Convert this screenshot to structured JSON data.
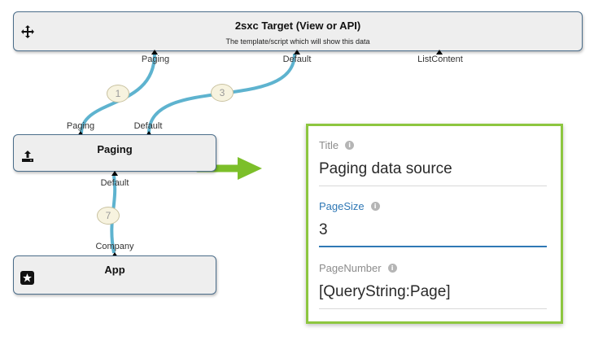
{
  "nodes": {
    "target": {
      "title": "2sxc Target (View or API)",
      "subtitle": "The template/script which will show this data",
      "icon": "move-icon"
    },
    "paging": {
      "title": "Paging",
      "icon": "upload-icon"
    },
    "app": {
      "title": "App",
      "icon": "star-icon"
    }
  },
  "ports": {
    "target_in": [
      "Paging",
      "Default",
      "ListContent"
    ],
    "paging_out": [
      "Paging",
      "Default"
    ],
    "paging_in": "Default",
    "app_out": "Company"
  },
  "connections": [
    {
      "from": "Paging.Paging",
      "to": "2sxc Target (View or API).Paging",
      "badge": "1"
    },
    {
      "from": "Paging.Default",
      "to": "2sxc Target (View or API).Default",
      "badge": "3"
    },
    {
      "from": "App.Company",
      "to": "Paging.Default",
      "badge": "7"
    }
  ],
  "colors": {
    "connector": "#5eb3cf",
    "highlight": "#8dc63f",
    "active_field": "#2f78b5"
  },
  "settings": {
    "fields": [
      {
        "label": "Title",
        "value": "Paging data source"
      },
      {
        "label": "PageSize",
        "value": "3"
      },
      {
        "label": "PageNumber",
        "value": "[QueryString:Page]"
      }
    ]
  }
}
